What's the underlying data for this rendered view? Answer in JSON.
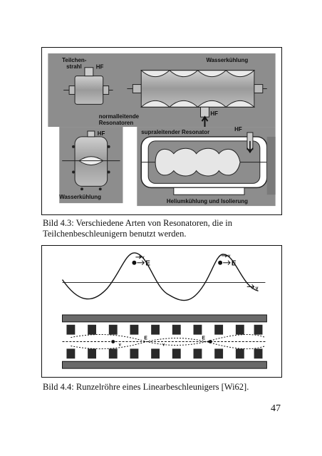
{
  "figure1": {
    "labels": {
      "particle_beam": "Teilchen-",
      "particle_beam_2": "strahl",
      "hf_top_left": "HF",
      "water_cooling_top": "Wasserkühlung",
      "hf_center": "HF",
      "normal_conducting": "normalleitende",
      "normal_conducting_2": "Resonatoren",
      "hf_bottom_left": "HF",
      "superconducting": "supraleitender Resonator",
      "hf_bottom_right": "HF",
      "water_cooling_bottom": "Wasserkühlung",
      "helium_cooling": "Heliumkühlung und Isolierung"
    },
    "caption": "Bild 4.3: Verschiedene Arten von Resonatoren, die in Teilchenbeschleunigern benutzt werden."
  },
  "figure2": {
    "labels": {
      "e1": "E",
      "e2": "E",
      "v1": "v",
      "v2": "v",
      "v3": "v",
      "v_wave": "v",
      "e_mid1": "E",
      "e_mid2": "E",
      "v_mid": "v"
    },
    "caption": "Bild 4.4: Runzelröhre eines Linearbeschleunigers [Wi62]."
  },
  "page_number": "47"
}
